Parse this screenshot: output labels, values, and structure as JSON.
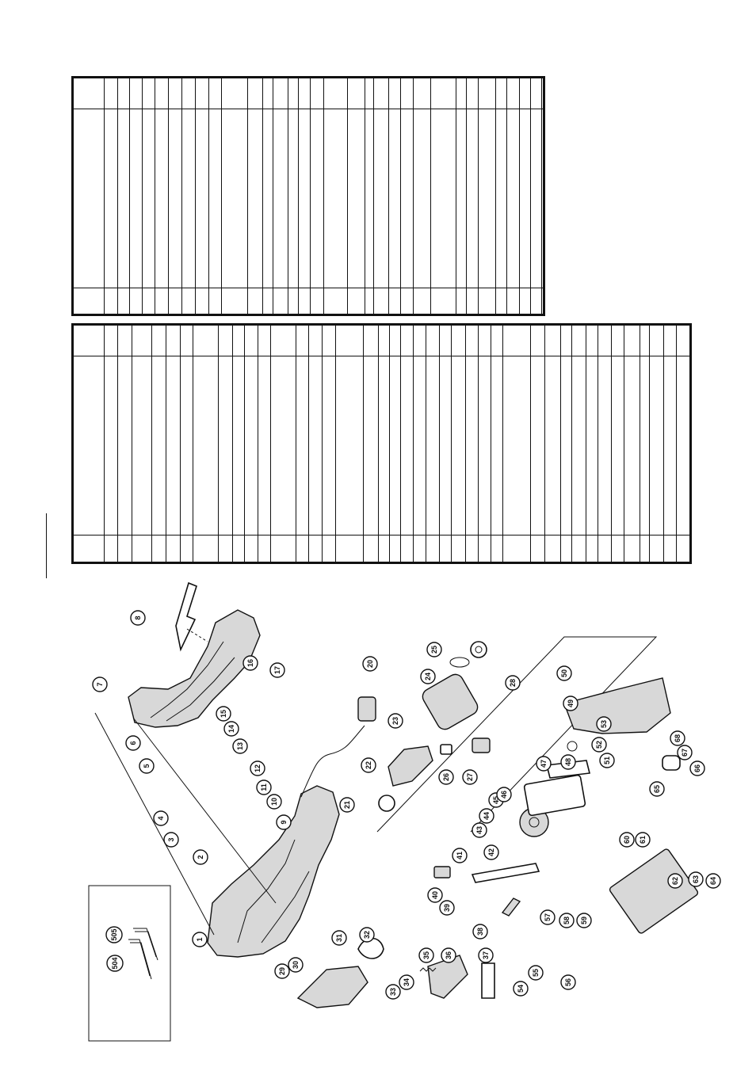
{
  "callouts": [
    {
      "n": "1"
    },
    {
      "n": "2"
    },
    {
      "n": "3"
    },
    {
      "n": "4"
    },
    {
      "n": "5"
    },
    {
      "n": "6"
    },
    {
      "n": "7"
    },
    {
      "n": "8"
    },
    {
      "n": "9"
    },
    {
      "n": "10"
    },
    {
      "n": "11"
    },
    {
      "n": "12"
    },
    {
      "n": "13"
    },
    {
      "n": "14"
    },
    {
      "n": "15"
    },
    {
      "n": "16"
    },
    {
      "n": "17"
    },
    {
      "n": "20"
    },
    {
      "n": "21"
    },
    {
      "n": "22"
    },
    {
      "n": "23"
    },
    {
      "n": "24"
    },
    {
      "n": "25"
    },
    {
      "n": "26"
    },
    {
      "n": "27"
    },
    {
      "n": "28"
    },
    {
      "n": "29"
    },
    {
      "n": "30"
    },
    {
      "n": "31"
    },
    {
      "n": "32"
    },
    {
      "n": "33"
    },
    {
      "n": "34"
    },
    {
      "n": "35"
    },
    {
      "n": "36"
    },
    {
      "n": "37"
    },
    {
      "n": "38"
    },
    {
      "n": "39"
    },
    {
      "n": "40"
    },
    {
      "n": "41"
    },
    {
      "n": "42"
    },
    {
      "n": "43"
    },
    {
      "n": "44"
    },
    {
      "n": "45"
    },
    {
      "n": "46"
    },
    {
      "n": "47"
    },
    {
      "n": "48"
    },
    {
      "n": "49"
    },
    {
      "n": "50"
    },
    {
      "n": "51"
    },
    {
      "n": "52"
    },
    {
      "n": "53"
    },
    {
      "n": "54"
    },
    {
      "n": "55"
    },
    {
      "n": "56"
    },
    {
      "n": "57"
    },
    {
      "n": "58"
    },
    {
      "n": "59"
    },
    {
      "n": "60"
    },
    {
      "n": "61"
    },
    {
      "n": "62"
    },
    {
      "n": "63"
    },
    {
      "n": "64"
    },
    {
      "n": "65"
    },
    {
      "n": "66"
    },
    {
      "n": "67"
    },
    {
      "n": "68"
    },
    {
      "n": "504"
    },
    {
      "n": "505"
    }
  ]
}
